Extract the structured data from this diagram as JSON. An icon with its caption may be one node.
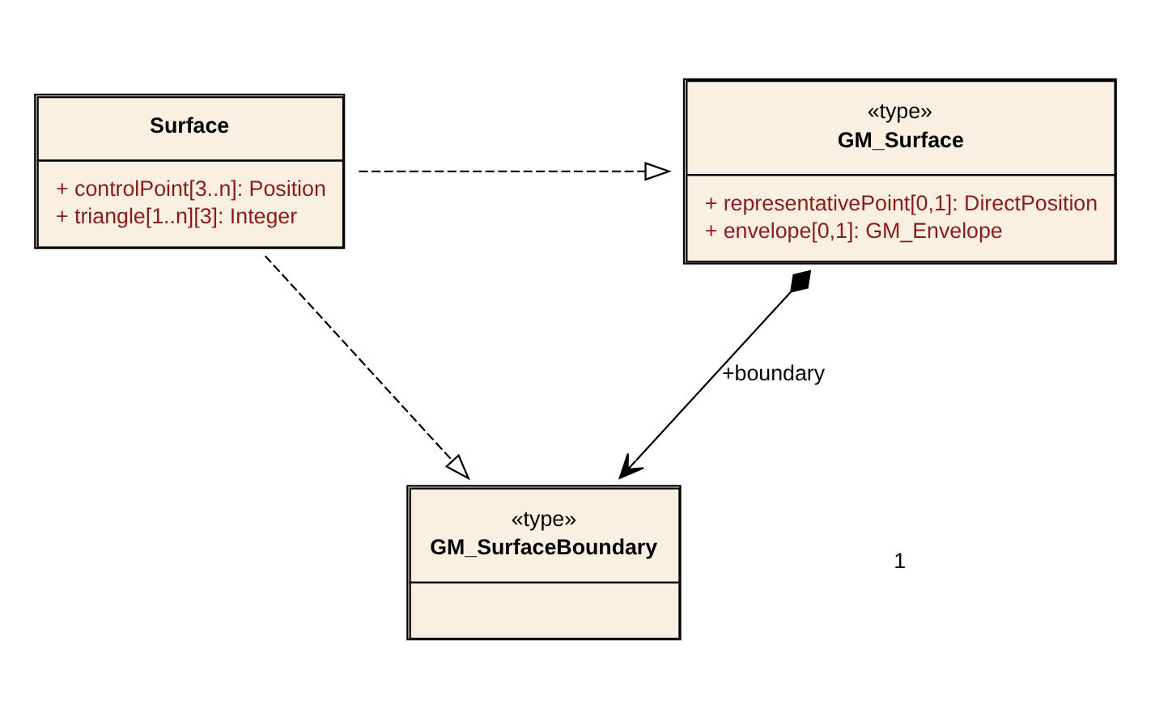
{
  "diagram": {
    "nodes": [
      {
        "text": [
          "Surface",
          "+ controlPoint[3..n]: Position",
          "+ triangle[1..n][3]: Integer"
        ]
      },
      {
        "text": [
          "«type»",
          "GM_Surface",
          "+ representativePoint[0,1]: DirectPosition",
          "+ envelope[0,1]: GM_Envelope"
        ]
      },
      {
        "text": [
          "«type»",
          "GM_SurfaceBoundary"
        ]
      }
    ],
    "edges": [
      {
        "from": 0,
        "to": 1,
        "arrow": "to",
        "style": "dashed"
      },
      {
        "from": 0,
        "to": 2,
        "arrow": "to",
        "style": "dashed"
      },
      {
        "from": 1,
        "to": 2,
        "arrow": "to",
        "label": "+boundary"
      }
    ],
    "labels": [
      "1"
    ]
  }
}
